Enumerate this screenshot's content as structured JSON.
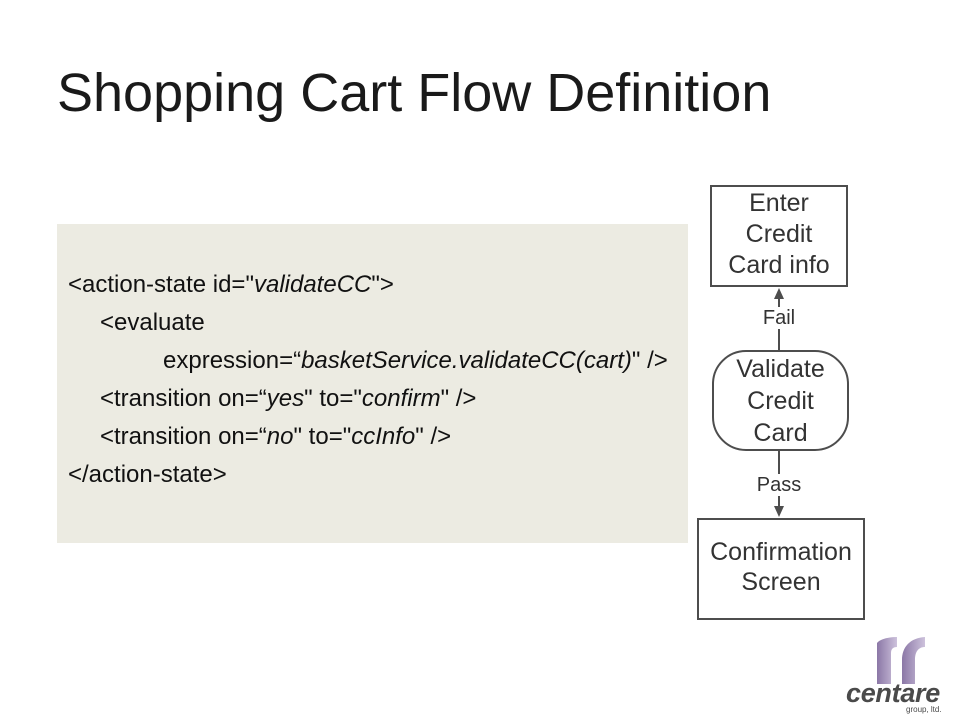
{
  "slide": {
    "title": "Shopping Cart Flow Definition"
  },
  "code": {
    "lines": [
      [
        "<action-state id=\"",
        "validateCC",
        "\">"
      ],
      [
        "<evaluate"
      ],
      [
        "expression=“",
        "basketService.validateCC(cart)",
        "\" />"
      ],
      [
        "<transition on=“",
        "yes",
        "\" to=\"",
        "confirm",
        "\" />"
      ],
      [
        "<transition on=“",
        "no",
        "\" to=\"",
        "ccInfo",
        "\" />"
      ],
      [
        "</action-state>"
      ]
    ]
  },
  "diagram": {
    "nodes": [
      {
        "lines": [
          "Enter",
          "Credit",
          "Card info"
        ]
      },
      {
        "lines": [
          "Validate",
          "Credit",
          "Card"
        ]
      },
      {
        "lines": [
          "Confirmation",
          "Screen"
        ]
      }
    ],
    "edges": [
      {
        "from": 1,
        "to": 0,
        "label": "Fail"
      },
      {
        "from": 1,
        "to": 2,
        "label": "Pass"
      }
    ]
  },
  "logo": {
    "wordmark": "centare",
    "tagline": "group, ltd."
  },
  "colors": {
    "title_text": "#1a1a1a",
    "code_background": "#ecebe2",
    "code_text": "#111111",
    "diagram_stroke": "#4d4d4d",
    "diagram_text": "#333333",
    "logo_mark_dark": "#8b77a6",
    "logo_mark_light": "#cdc2dc",
    "logo_text": "#4a4a4a"
  }
}
